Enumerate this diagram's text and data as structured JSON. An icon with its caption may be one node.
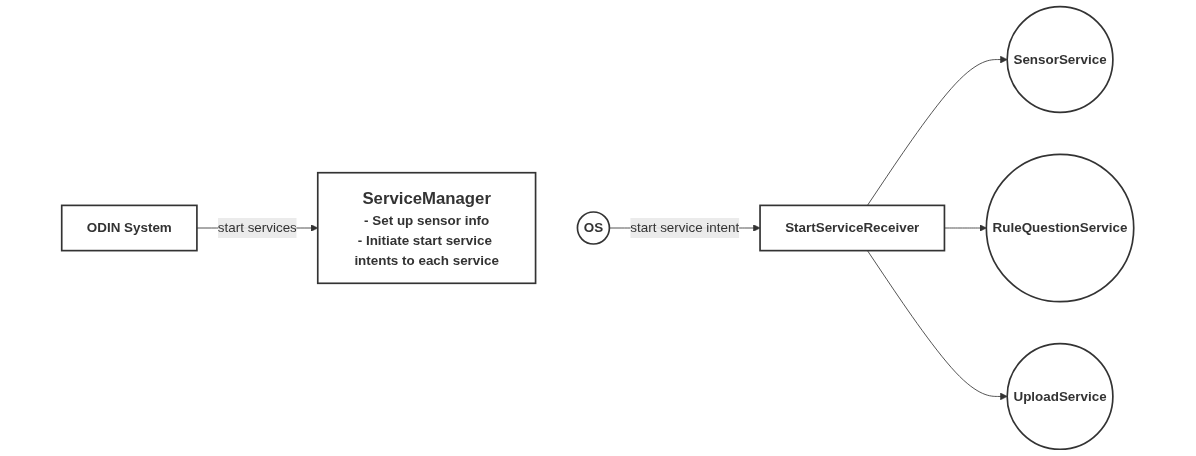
{
  "diagram": {
    "nodes": [
      {
        "text": [
          "ODIN System"
        ]
      },
      {
        "text": [
          "ServiceManager",
          "- Set up sensor info",
          "- Initiate start service intents to each service"
        ]
      },
      {
        "text": [
          "OS"
        ]
      },
      {
        "text": [
          "StartServiceReceiver"
        ]
      },
      {
        "text": [
          "SensorService"
        ]
      },
      {
        "text": [
          "RuleQuestionService"
        ]
      },
      {
        "text": [
          "UploadService"
        ]
      }
    ],
    "edges": [
      {
        "from": 0,
        "to": 1,
        "arrow": "to",
        "label": "start services"
      },
      {
        "from": 2,
        "to": 3,
        "arrow": "to",
        "label": "start service intent"
      },
      {
        "from": 3,
        "to": 4,
        "arrow": "to"
      },
      {
        "from": 3,
        "to": 5,
        "arrow": "to"
      },
      {
        "from": 3,
        "to": 6,
        "arrow": "to"
      }
    ]
  }
}
